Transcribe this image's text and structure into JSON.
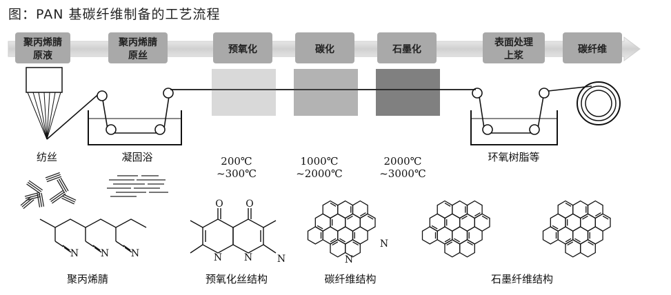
{
  "title": "图：PAN 基碳纤维制备的工艺流程",
  "stages": [
    {
      "line1": "聚丙烯腈",
      "line2": "原液"
    },
    {
      "line1": "聚丙烯腈",
      "line2": "原丝"
    },
    {
      "line1": "预氧化",
      "line2": ""
    },
    {
      "line1": "碳化",
      "line2": ""
    },
    {
      "line1": "石墨化",
      "line2": ""
    },
    {
      "line1": "表面处理",
      "line2": "上浆"
    },
    {
      "line1": "碳纤维",
      "line2": ""
    }
  ],
  "process_labels": {
    "spinning": "纺丝",
    "coagulation": "凝固浴",
    "epoxy": "环氧树脂等"
  },
  "temperatures": {
    "preox": {
      "line1": "200℃",
      "line2": "~300℃"
    },
    "carb": {
      "line1": "1000℃",
      "line2": "~2000℃"
    },
    "graph": {
      "line1": "2000℃",
      "line2": "~3000℃"
    }
  },
  "structures": {
    "pan": "聚丙烯腈",
    "preox": "预氧化丝结构",
    "carbon": "碳纤维结构",
    "graphite": "石墨纤维结构"
  },
  "atoms": {
    "N": "N",
    "O": "O"
  },
  "colors": {
    "stage_box": "#a9a9a9",
    "arrow": "#dcdcdc",
    "preox_fill": "#d9d9d9",
    "carb_fill": "#b3b3b3",
    "graph_fill": "#808080"
  }
}
